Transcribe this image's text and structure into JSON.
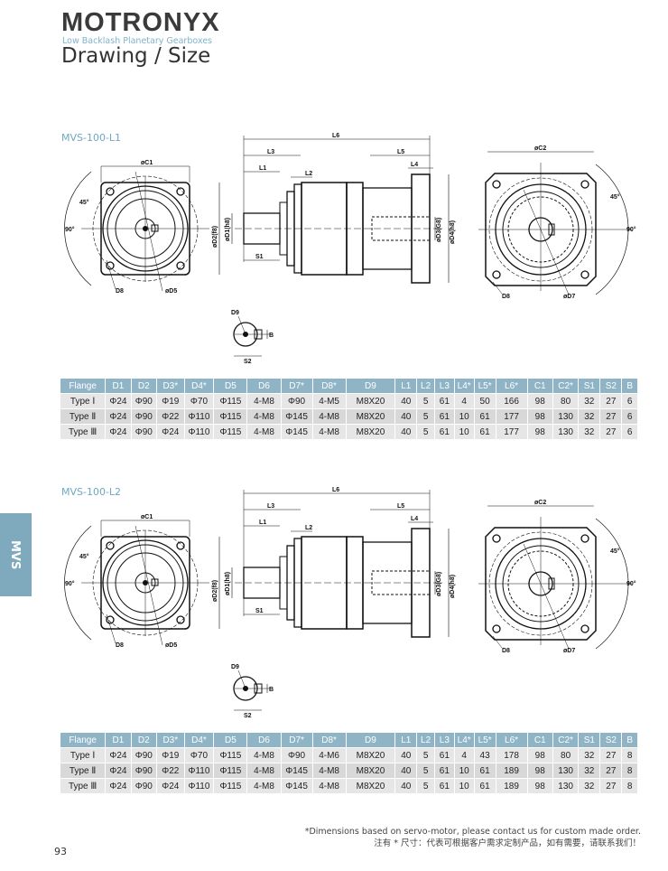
{
  "header": {
    "brand": "MOTRONYX",
    "subtitle": "Low Backlash Planetary Gearboxes",
    "title": "Drawing / Size"
  },
  "side_tab": "MVS",
  "drawing_labels": {
    "c1": "øC1",
    "c2": "øC2",
    "deg45": "45°",
    "deg90": "90°",
    "d8": "D8",
    "d5": "øD5",
    "d7": "øD7",
    "l6": "L6",
    "l3": "L3",
    "l1": "L1",
    "l2": "L2",
    "l5": "L5",
    "l4": "L4",
    "s1": "S1",
    "s2": "S2",
    "d9": "D9",
    "b": "B",
    "d2": "øD2(f8)",
    "d1": "øD1(h8)",
    "d3": "øD3(G8)",
    "d4": "øD4(h8)"
  },
  "columns": [
    "Flange",
    "D1",
    "D2",
    "D3*",
    "D4*",
    "D5",
    "D6",
    "D7*",
    "D8*",
    "D9",
    "L1",
    "L2",
    "L3",
    "L4*",
    "L5*",
    "L6*",
    "C1",
    "C2*",
    "S1",
    "S2",
    "B"
  ],
  "sections": [
    {
      "model": "MVS-100-L1",
      "rows": [
        [
          "Type Ⅰ",
          "Φ24",
          "Φ90",
          "Φ19",
          "Φ70",
          "Φ115",
          "4-M8",
          "Φ90",
          "4-M5",
          "M8X20",
          "40",
          "5",
          "61",
          "4",
          "50",
          "166",
          "98",
          "80",
          "32",
          "27",
          "6"
        ],
        [
          "Type Ⅱ",
          "Φ24",
          "Φ90",
          "Φ22",
          "Φ110",
          "Φ115",
          "4-M8",
          "Φ145",
          "4-M8",
          "M8X20",
          "40",
          "5",
          "61",
          "10",
          "61",
          "177",
          "98",
          "130",
          "32",
          "27",
          "6"
        ],
        [
          "Type Ⅲ",
          "Φ24",
          "Φ90",
          "Φ24",
          "Φ110",
          "Φ115",
          "4-M8",
          "Φ145",
          "4-M8",
          "M8X20",
          "40",
          "5",
          "61",
          "10",
          "61",
          "177",
          "98",
          "130",
          "32",
          "27",
          "6"
        ]
      ]
    },
    {
      "model": "MVS-100-L2",
      "rows": [
        [
          "Type Ⅰ",
          "Φ24",
          "Φ90",
          "Φ19",
          "Φ70",
          "Φ115",
          "4-M8",
          "Φ90",
          "4-M6",
          "M8X20",
          "40",
          "5",
          "61",
          "4",
          "43",
          "178",
          "98",
          "80",
          "32",
          "27",
          "8"
        ],
        [
          "Type Ⅱ",
          "Φ24",
          "Φ90",
          "Φ22",
          "Φ110",
          "Φ115",
          "4-M8",
          "Φ145",
          "4-M8",
          "M8X20",
          "40",
          "5",
          "61",
          "10",
          "61",
          "189",
          "98",
          "130",
          "32",
          "27",
          "8"
        ],
        [
          "Type Ⅲ",
          "Φ24",
          "Φ90",
          "Φ24",
          "Φ110",
          "Φ115",
          "4-M8",
          "Φ145",
          "4-M8",
          "M8X20",
          "40",
          "5",
          "61",
          "10",
          "61",
          "189",
          "98",
          "130",
          "32",
          "27",
          "8"
        ]
      ]
    }
  ],
  "footer": {
    "note_en": "*Dimensions based on servo-motor,  please contact us for custom made order.",
    "note_cn": "注有 * 尺寸：代表可根据客户需求定制产品，如有需要，请联系我们！",
    "page": "93"
  }
}
